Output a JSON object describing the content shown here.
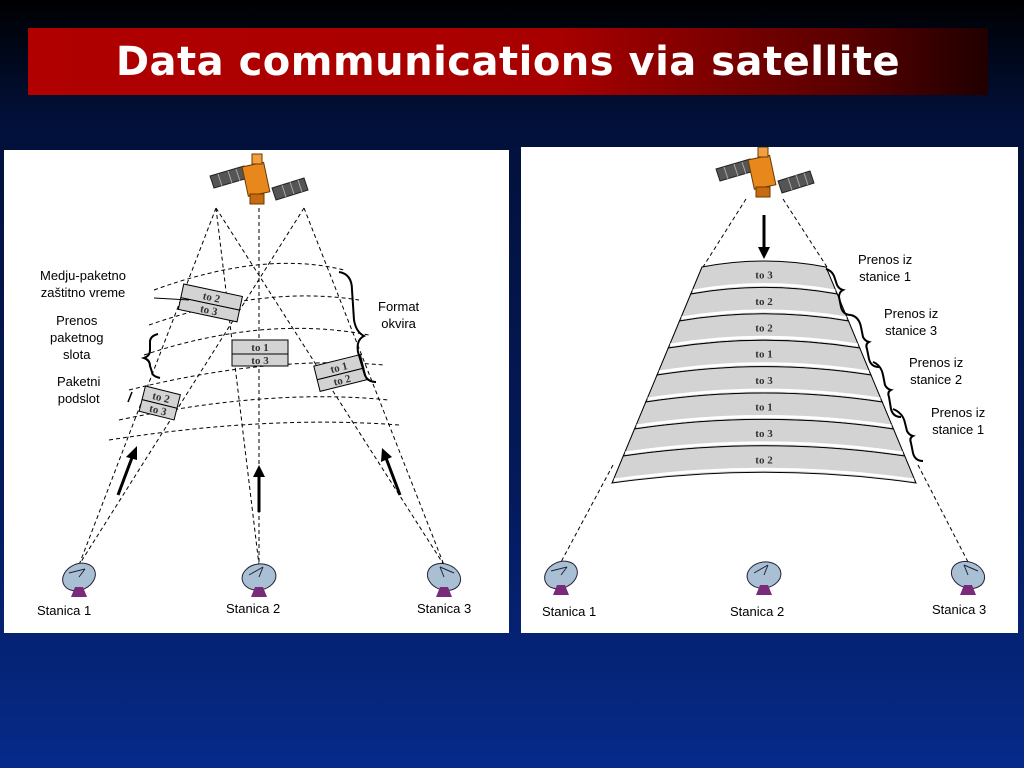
{
  "title": "Data communications via satellite",
  "left": {
    "labels": {
      "guard_line1": "Medju-paketno",
      "guard_line2": "zaštitno vreme",
      "slot_line1": "Prenos",
      "slot_line2": "paketnog",
      "slot_line3": "slota",
      "sub_line1": "Paketni",
      "sub_line2": "podslot",
      "frame_line1": "Format",
      "frame_line2": "okvira"
    },
    "stations": [
      "Stanica 1",
      "Stanica 2",
      "Stanica 3"
    ],
    "slots": {
      "a": [
        "to 2",
        "to 3"
      ],
      "b": [
        "to 1",
        "to 3"
      ],
      "c": [
        "to 1",
        "to 2"
      ],
      "d": [
        "to 2",
        "to 3"
      ]
    }
  },
  "right": {
    "bands": [
      "to 3",
      "to 2",
      "to 2",
      "to 1",
      "to 3",
      "to 1",
      "to 3",
      "to 2"
    ],
    "brace_labels": [
      {
        "line1": "Prenos iz",
        "line2": "stanice 1"
      },
      {
        "line1": "Prenos iz",
        "line2": "stanice 3"
      },
      {
        "line1": "Prenos iz",
        "line2": "stanice 2"
      },
      {
        "line1": "Prenos iz",
        "line2": "stanice 1"
      }
    ],
    "stations": [
      "Stanica 1",
      "Stanica 2",
      "Stanica 3"
    ]
  },
  "colors": {
    "title_bg": "#b00000",
    "slot_fill": "#d3d3d3"
  },
  "icons": [
    "satellite-icon",
    "dish-antenna-icon",
    "arrow-up-icon",
    "arrow-down-icon",
    "brace-icon"
  ]
}
